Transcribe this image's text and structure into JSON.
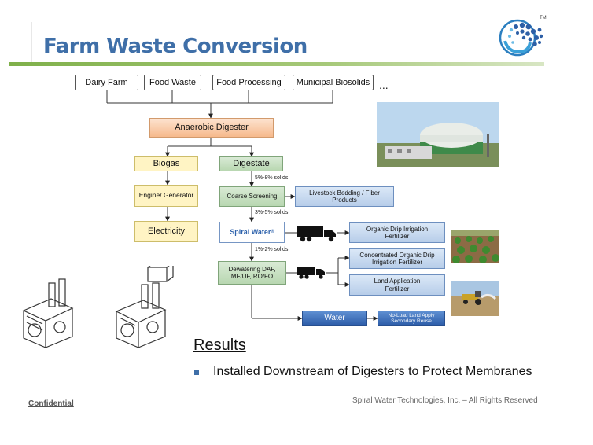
{
  "slide": {
    "title": "Farm Waste Conversion",
    "logo_mark": "TM"
  },
  "sources": [
    {
      "label": "Dairy Farm"
    },
    {
      "label": "Food Waste"
    },
    {
      "label": "Food Processing"
    },
    {
      "label": "Municipal Biosolids"
    }
  ],
  "sources_more": "...",
  "flow": {
    "anaerobic_digester": "Anaerobic Digester",
    "biogas": "Biogas",
    "engine_generator": "Engine/ Generator",
    "electricity": "Electricity",
    "digestate": "Digestate",
    "pct_5_8": "5%-8% solids",
    "coarse_screening": "Coarse Screening",
    "livestock_bedding": "Livestock Bedding / Fiber Products",
    "pct_3_5": "3%-5% solids",
    "spiral_water": "Spiral Water",
    "spiral_reg": "®",
    "organic_drip": "Organic Drip Irrigation Fertilizer",
    "pct_1_2": "1%-2% solids",
    "dewatering": "Dewatering DAF, MF/UF, RO/FO",
    "concentrated_organic": "Concentrated Organic Drip Irrigation Fertilizer",
    "land_application": "Land Application Fertilizer",
    "water": "Water",
    "no_load": "No-Load Land Apply Secondary Reuse"
  },
  "results": {
    "heading": "Results",
    "bullet": "Installed Downstream of Digesters to Protect Membranes"
  },
  "footer": {
    "confidential": "Confidential",
    "copyright": "Spiral Water Technologies, Inc. – All Rights Reserved"
  },
  "colors": {
    "title_blue": "#3f6fa8",
    "accent_green": "#7fb04a",
    "spiral_blue": "#2f63ac",
    "water_blue": "#2c5ca8"
  }
}
